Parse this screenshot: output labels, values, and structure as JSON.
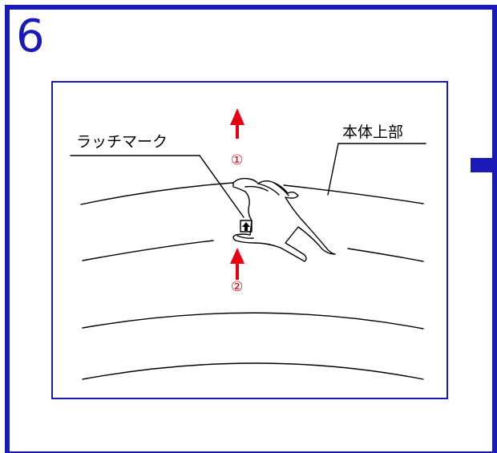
{
  "step": {
    "number": "6"
  },
  "labels": {
    "latch_mark": "ラッチマーク",
    "upper_body": "本体上部",
    "step_one": "①",
    "step_two": "②"
  },
  "colors": {
    "frame": "#1a1ab8",
    "arrow": "#e60012",
    "line": "#000000"
  },
  "icons": {
    "next": "next-step-marker",
    "latch": "latch-up-arrow-icon"
  }
}
